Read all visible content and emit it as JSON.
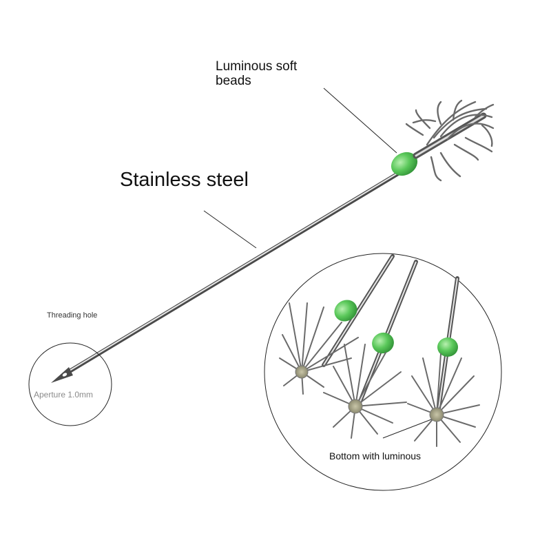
{
  "labels": {
    "luminous_beads": "Luminous soft beads",
    "stainless_steel": "Stainless steel",
    "threading_hole": "Threading hole",
    "aperture": "Aperture 1.0mm",
    "bottom_luminous": "Bottom with luminous"
  },
  "colors": {
    "steel_dark": "#5a5a5a",
    "steel_light": "#c8c8c8",
    "bead_green": "#5ac85a",
    "bead_glow": "#8ee48a",
    "luminous_base": "#a8a58a",
    "background": "#ffffff"
  }
}
